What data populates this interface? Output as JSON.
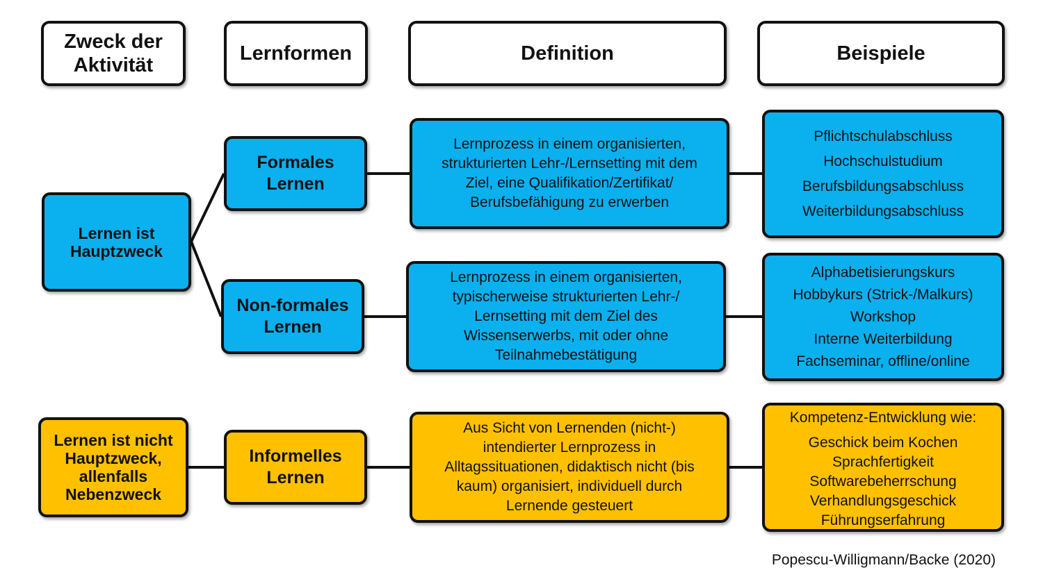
{
  "headers": {
    "zweck": [
      "Zweck der",
      "Aktivität"
    ],
    "lernformen": "Lernformen",
    "definition": "Definition",
    "beispiele": "Beispiele"
  },
  "purposes": {
    "main": [
      "Lernen ist",
      "Hauptzweck"
    ],
    "not_main": [
      "Lernen ist nicht",
      "Hauptzweck,",
      "allenfalls",
      "Nebenzweck"
    ]
  },
  "forms": {
    "formal": [
      "Formales",
      "Lernen"
    ],
    "nonformal": [
      "Non-formales",
      "Lernen"
    ],
    "informal": [
      "Informelles",
      "Lernen"
    ]
  },
  "definitions": {
    "formal": [
      "Lernprozess in einem organisierten,",
      "strukturierten Lehr-/Lernsetting mit dem",
      "Ziel, eine Qualifikation/Zertifikat/",
      "Berufsbefähigung zu erwerben"
    ],
    "nonformal": [
      "Lernprozess in einem organisierten,",
      "typischerweise strukturierten Lehr-/",
      "Lernsetting mit dem Ziel des",
      "Wissenserwerbs, mit oder ohne",
      "Teilnahmebestätigung"
    ],
    "informal": [
      "Aus Sicht von Lernenden (nicht-)",
      "intendierter Lernprozess in",
      "Alltagssituationen, didaktisch nicht (bis",
      "kaum) organisiert, individuell durch",
      "Lernende gesteuert"
    ]
  },
  "examples": {
    "formal": [
      "Pflichtschulabschluss",
      "Hochschulstudium",
      "Berufsbildungsabschluss",
      "Weiterbildungsabschluss"
    ],
    "nonformal": [
      "Alphabetisierungskurs",
      "Hobbykurs (Strick-/Malkurs)",
      "Workshop",
      "Interne Weiterbildung",
      "Fachseminar, offline/online"
    ],
    "informal_intro": "Kompetenz-Entwicklung wie:",
    "informal": [
      "Geschick beim Kochen",
      "Sprachfertigkeit",
      "Softwarebeherrschung",
      "Verhandlungsgeschick",
      "Führungserfahrung"
    ]
  },
  "source": "Popescu-Willigmann/Backe (2020)",
  "colors": {
    "blue": "#0bb0ef",
    "orange": "#ffc000",
    "border": "#111111",
    "header_bg": "#ffffff"
  }
}
